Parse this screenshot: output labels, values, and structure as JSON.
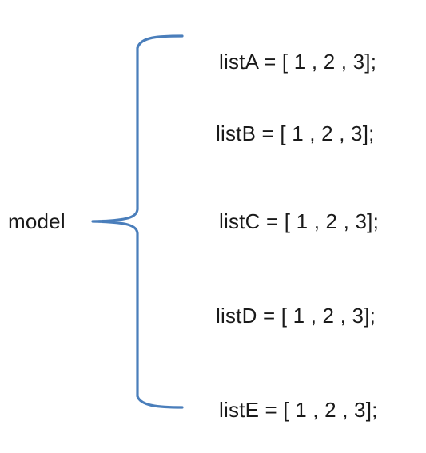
{
  "diagram": {
    "model_label": "model",
    "brace_color": "#4a7ebb",
    "items": [
      "listA = [ 1 , 2 , 3];",
      "listB = [ 1 , 2 , 3];",
      "listC = [ 1 , 2 , 3];",
      "listD = [ 1 , 2 , 3];",
      "listE = [ 1 , 2 , 3];"
    ]
  }
}
